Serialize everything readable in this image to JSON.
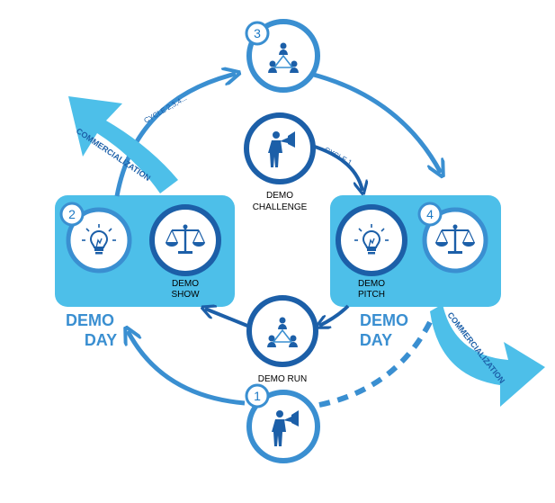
{
  "labels": {
    "demo_challenge_1": "DEMO",
    "demo_challenge_2": "CHALLENGE",
    "demo_show_1": "DEMO",
    "demo_show_2": "SHOW",
    "demo_pitch_1": "DEMO",
    "demo_pitch_2": "PITCH",
    "demo_run": "DEMO RUN",
    "demo_day_left_1": "DEMO",
    "demo_day_left_2": "DAY",
    "demo_day_right_1": "DEMO",
    "demo_day_right_2": "DAY",
    "cycle_1": "CYCLE 1",
    "cycle_234": "CYCLE 2,3,4...",
    "commercialization_left": "COMMERCIALIZATION",
    "commercialization_right": "COMMERCIALIZATION"
  },
  "numbers": {
    "n1": "1",
    "n2": "2",
    "n3": "3",
    "n4": "4"
  },
  "icons": [
    "megaphone-person-icon",
    "lightbulb-idea-icon",
    "balance-scale-icon",
    "team-triangle-icon"
  ],
  "colors": {
    "dark_blue": "#1c5fa8",
    "mid_blue": "#3a8fd1",
    "light_blue": "#5bc2ec",
    "panel_blue": "#4dbfe9"
  }
}
